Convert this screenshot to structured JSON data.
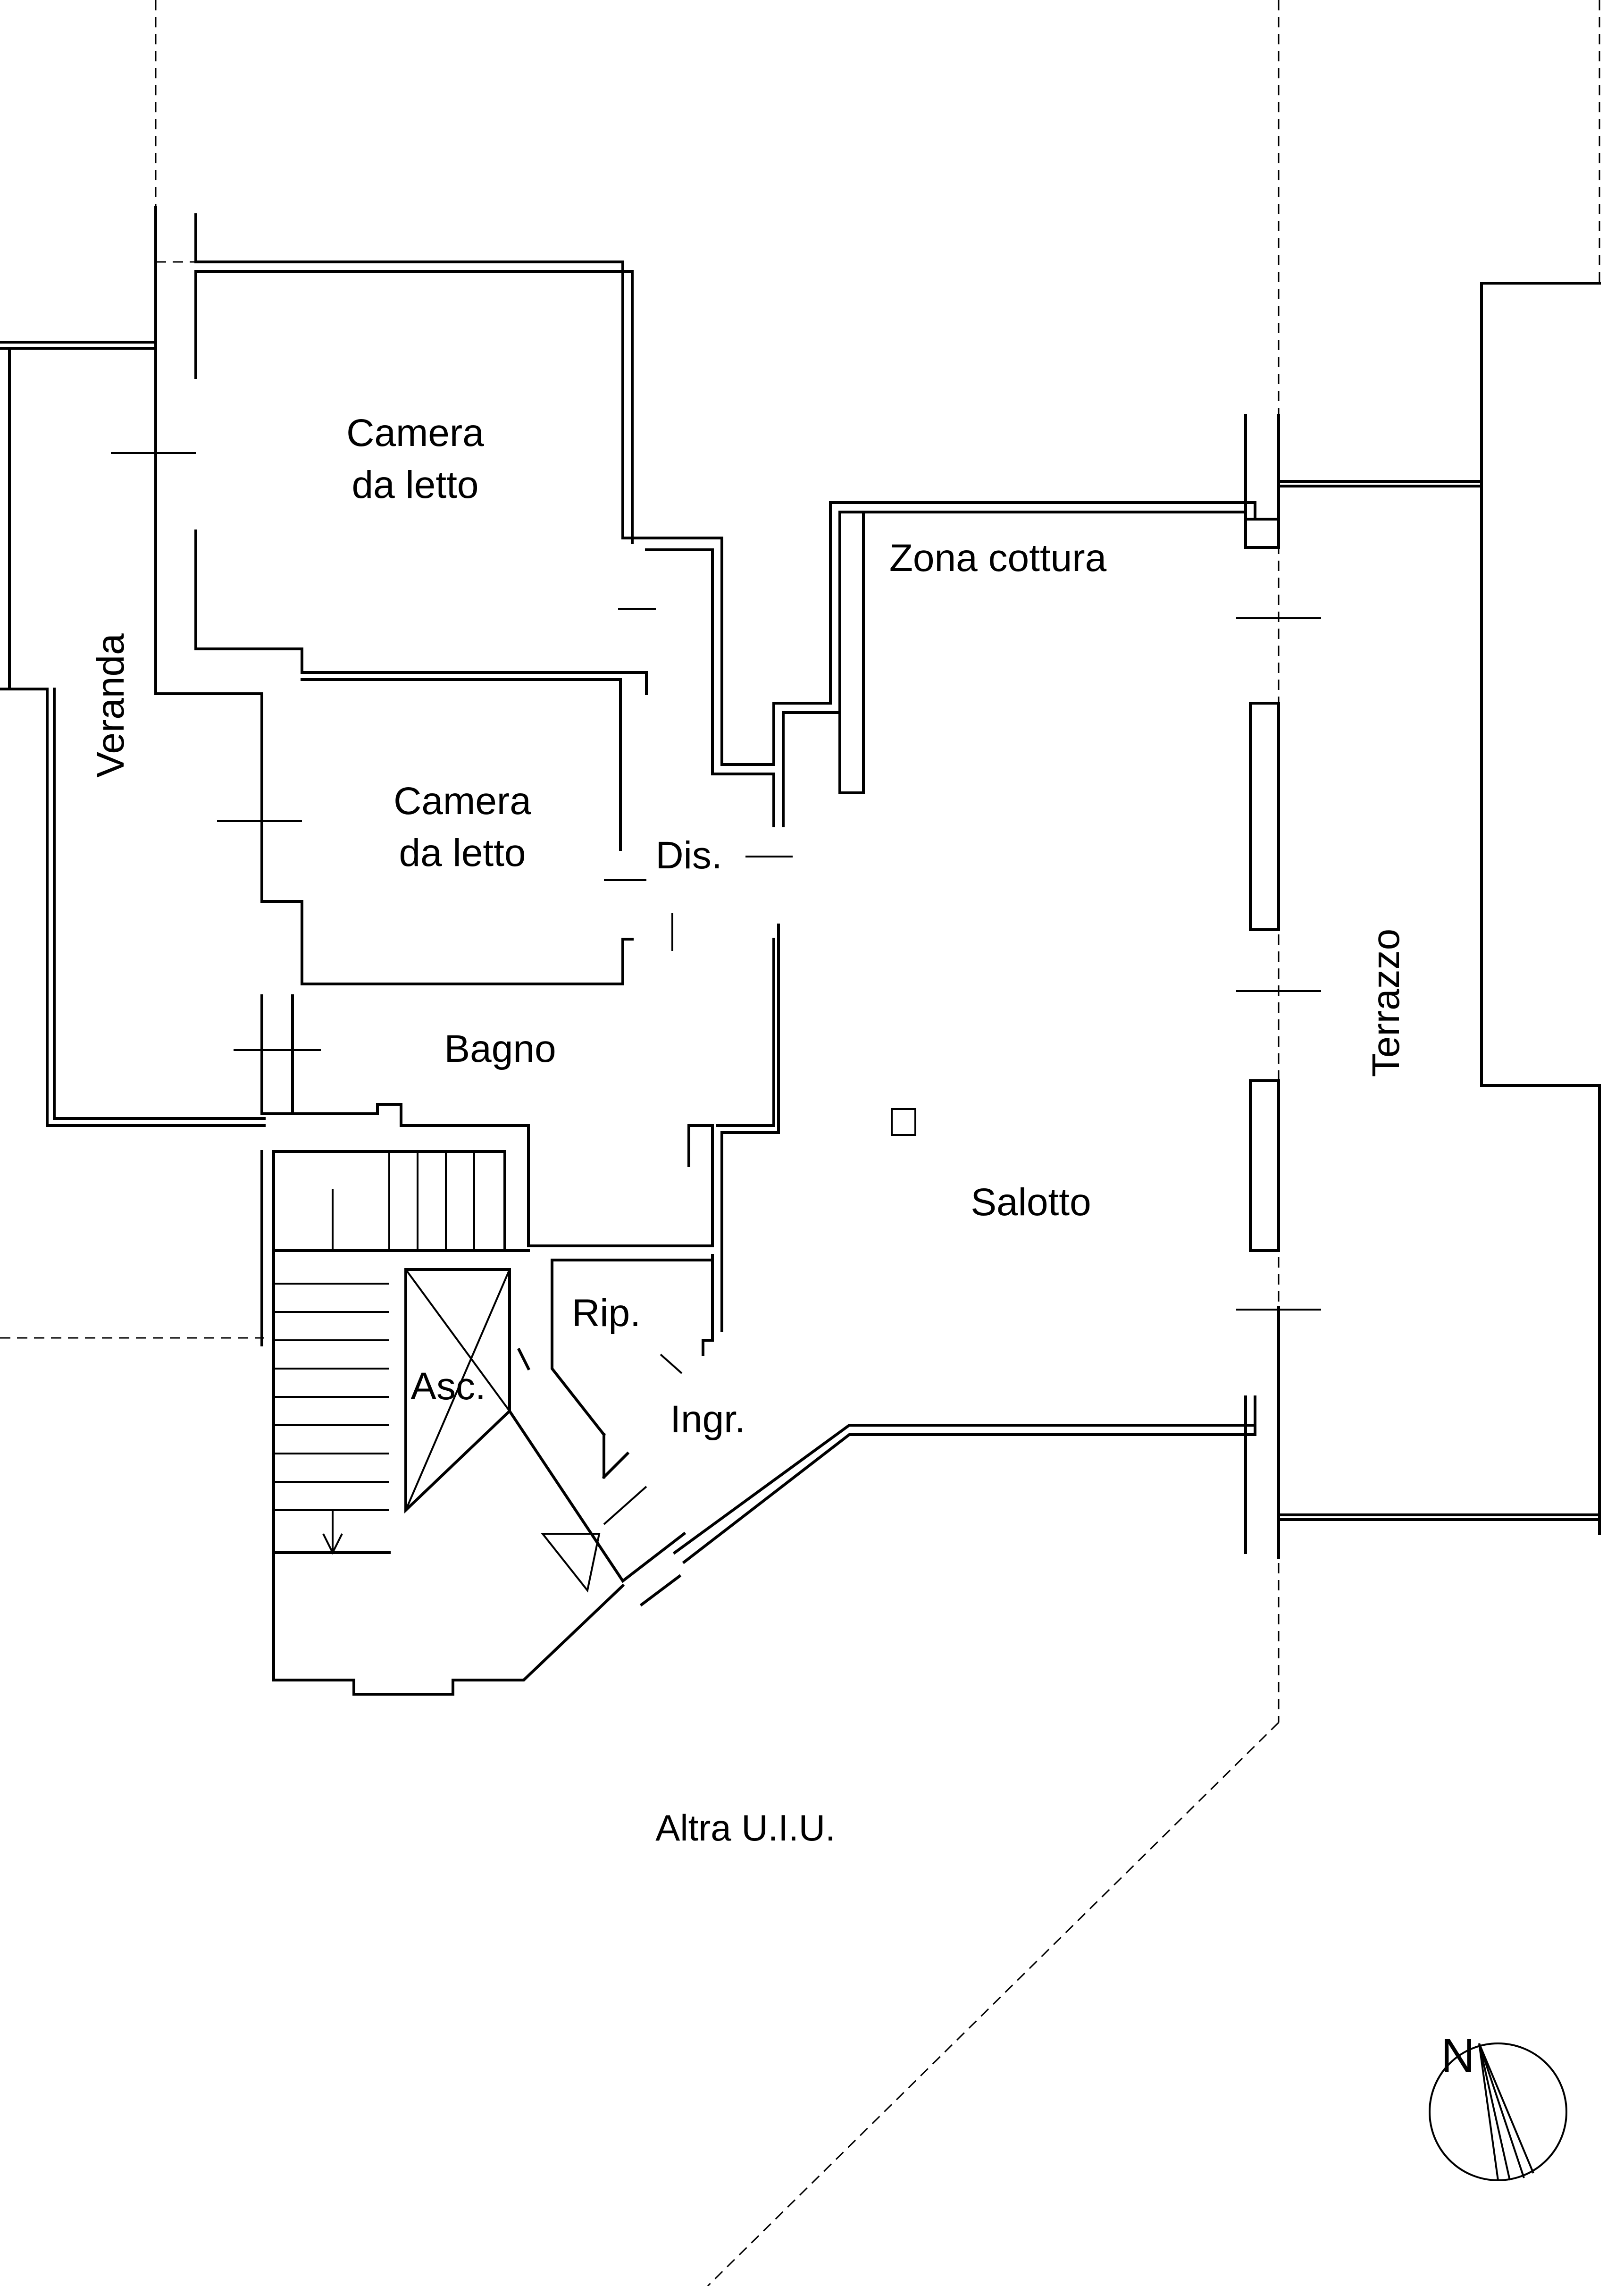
{
  "rooms": {
    "camera_1_line1": "Camera",
    "camera_1_line2": "da letto",
    "camera_2_line1": "Camera",
    "camera_2_line2": "da letto",
    "zona_cottura": "Zona cottura",
    "veranda": "Veranda",
    "dis": "Dis.",
    "bagno": "Bagno",
    "terrazzo": "Terrazzo",
    "salotto": "Salotto",
    "rip": "Rip.",
    "asc": "Asc.",
    "ingr": "Ingr.",
    "altra": "Altra U.I.U."
  },
  "compass": {
    "label": "N",
    "icon": "north-arrow-icon"
  }
}
